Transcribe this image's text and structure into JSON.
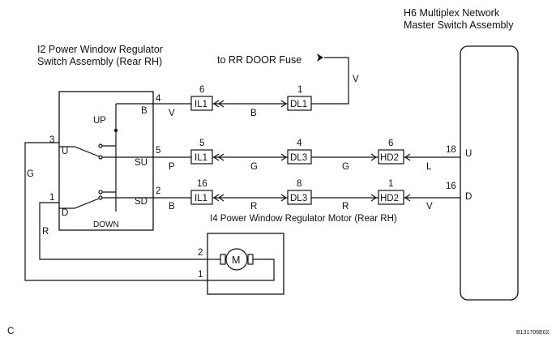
{
  "titles": {
    "master_line1": "H6 Multiplex Network",
    "master_line2": "Master Switch Assembly",
    "switch_line1": "I2 Power Window Regulator",
    "switch_line2": "Switch Assembly (Rear RH)",
    "motor": "I4 Power Window Regulator Motor (Rear RH)",
    "fuse": "to RR DOOR Fuse"
  },
  "switch_terms": {
    "b": "B",
    "su": "SU",
    "sd": "SD",
    "u": "U",
    "d": "D",
    "up": "UP",
    "down": "DOWN"
  },
  "pins": {
    "sw_b": "4",
    "sw_su": "5",
    "sw_sd": "2",
    "sw_u": "3",
    "sw_d": "1",
    "motor_top": "2",
    "motor_bottom": "1",
    "master_u": "18",
    "master_d": "16"
  },
  "master_terms": {
    "u": "U",
    "d": "D"
  },
  "motor_symbol": "M",
  "connectors": {
    "row1_a": {
      "label": "IL1",
      "pin": "6"
    },
    "row1_b": {
      "label": "DL1",
      "pin": "1"
    },
    "row2_a": {
      "label": "IL1",
      "pin": "5"
    },
    "row2_b": {
      "label": "DL3",
      "pin": "4"
    },
    "row2_c": {
      "label": "HD2",
      "pin": "6"
    },
    "row3_a": {
      "label": "IL1",
      "pin": "16"
    },
    "row3_b": {
      "label": "DL3",
      "pin": "8"
    },
    "row3_c": {
      "label": "HD2",
      "pin": "1"
    }
  },
  "wires": {
    "r1_a": "V",
    "r1_b": "B",
    "r1_v": "V",
    "r2_a": "P",
    "r2_b": "G",
    "r2_c": "G",
    "r2_d": "L",
    "r3_a": "B",
    "r3_b": "R",
    "r3_c": "R",
    "r3_d": "V",
    "left_g": "G",
    "left_r": "R"
  },
  "footer": {
    "left": "C",
    "right": "B131706E02"
  }
}
